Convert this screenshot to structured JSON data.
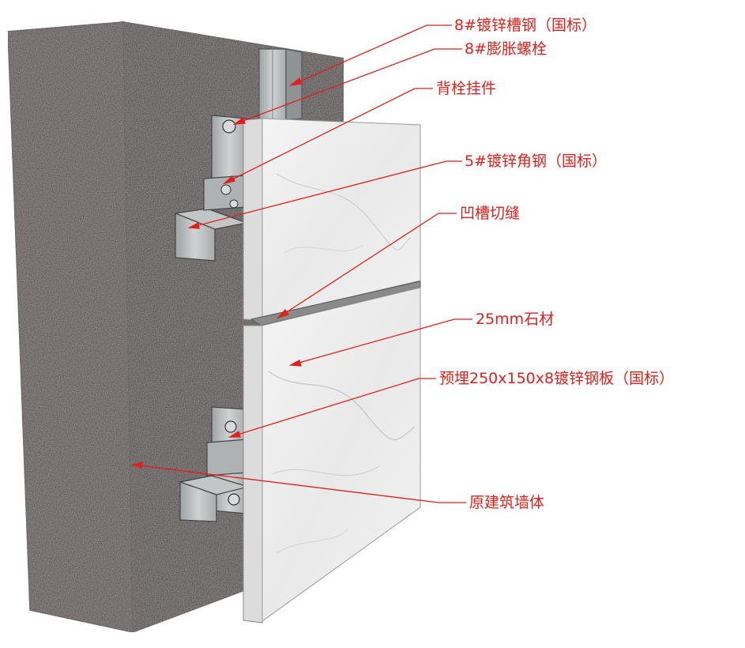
{
  "callouts": {
    "channel_steel": "8#镀锌槽钢（国标）",
    "expansion_bolt": "8#膨胀螺栓",
    "back_bolt_hanger": "背栓挂件",
    "angle_steel": "5#镀锌角钢（国标）",
    "groove_joint": "凹槽切缝",
    "stone_25mm": "25mm石材",
    "embedded_plate": "预埋250x150x8镀锌钢板（国标）",
    "original_wall": "原建筑墙体"
  },
  "colors": {
    "callout_red": "#e0201b",
    "wall_front": "#3d2e30",
    "wall_side": "#2a1f21",
    "stone": "#eeeeee",
    "steel": "#b9bcbd"
  }
}
